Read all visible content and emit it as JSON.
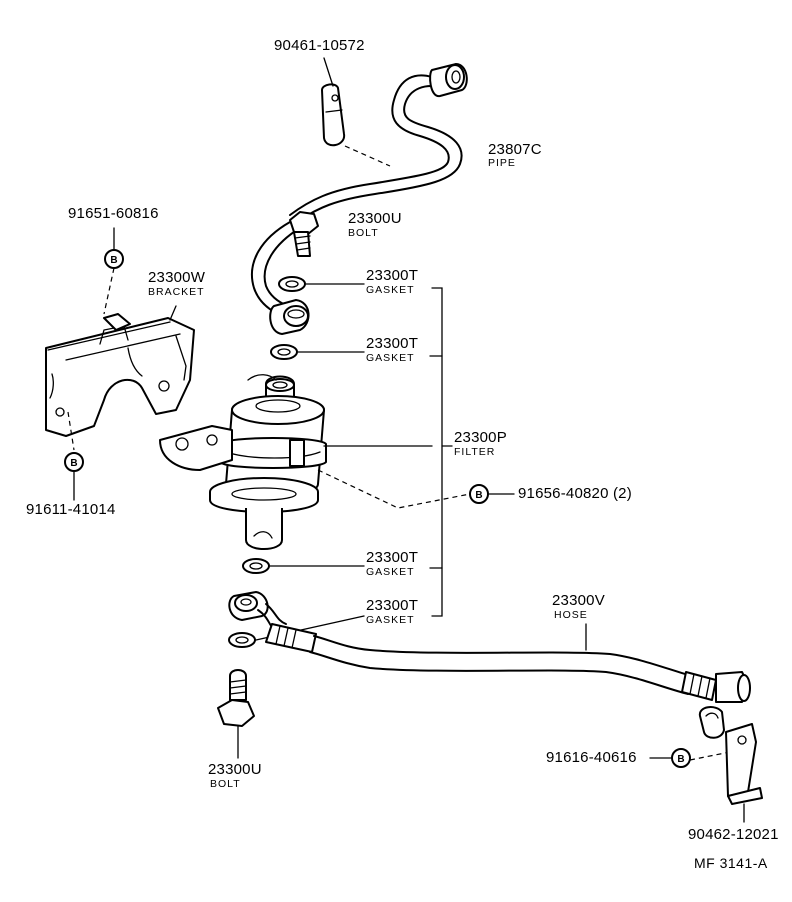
{
  "labels": {
    "pipe_number": "23807C",
    "pipe_name": "PIPE",
    "bolt_top_number": "23300U",
    "bolt_top_name": "BOLT",
    "clamp_number": "90461-10572",
    "bracket_bolt_top": "91651-60816",
    "bracket_number": "23300W",
    "bracket_name": "BRACKET",
    "bracket_bolt_bottom": "91611-41014",
    "gasket_1_number": "23300T",
    "gasket_1_name": "GASKET",
    "gasket_2_number": "23300T",
    "gasket_2_name": "GASKET",
    "filter_number": "23300P",
    "filter_name": "FILTER",
    "filter_bolt": "91656-40820 (2)",
    "gasket_3_number": "23300T",
    "gasket_3_name": "GASKET",
    "gasket_4_number": "23300T",
    "gasket_4_name": "GASKET",
    "hose_number": "23300V",
    "hose_name": "HOSE",
    "bolt_bottom_number": "23300U",
    "bolt_bottom_name": "BOLT",
    "hose_bolt": "91616-40616",
    "hose_clamp_number": "90462-12021",
    "figure_ref": "MF  3141-A"
  },
  "badge_letter": "B"
}
